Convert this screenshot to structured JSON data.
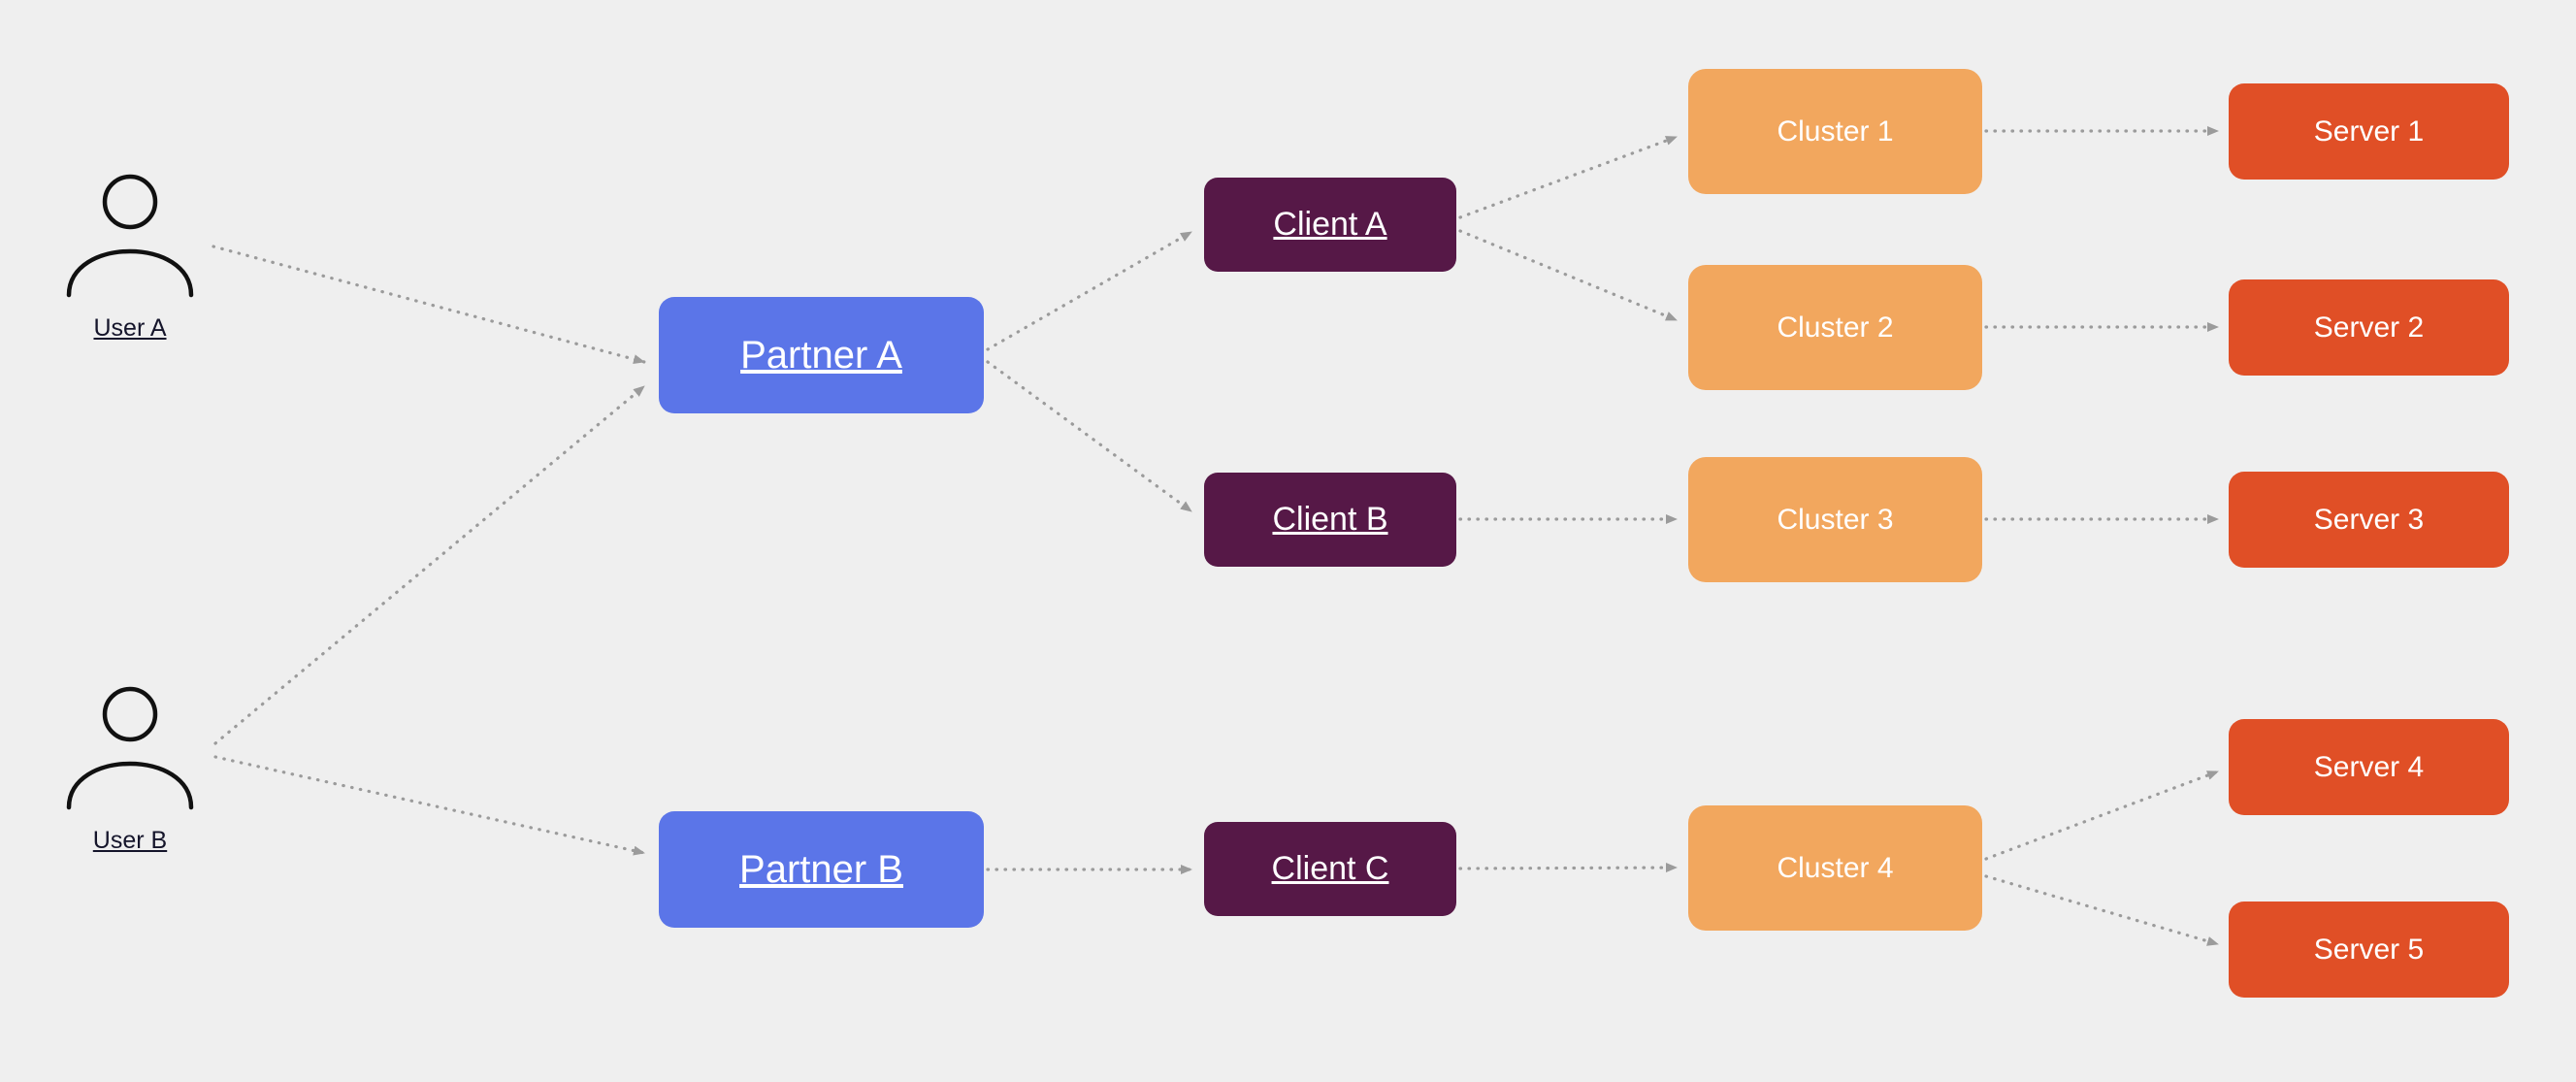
{
  "canvas": {
    "background": "#efefef"
  },
  "colors": {
    "canvas_bg": "#efefef",
    "partner": "#5b75e8",
    "client": "#561847",
    "cluster": "#f2a75e",
    "server": "#e04f26",
    "edge": "#9b9b9b"
  },
  "nodes": {
    "user_a": {
      "label": "User A"
    },
    "user_b": {
      "label": "User B"
    },
    "partner_a": {
      "label": "Partner A"
    },
    "partner_b": {
      "label": "Partner B"
    },
    "client_a": {
      "label": "Client A"
    },
    "client_b": {
      "label": "Client B"
    },
    "client_c": {
      "label": "Client C"
    },
    "cluster_1": {
      "label": "Cluster 1"
    },
    "cluster_2": {
      "label": "Cluster 2"
    },
    "cluster_3": {
      "label": "Cluster 3"
    },
    "cluster_4": {
      "label": "Cluster 4"
    },
    "server_1": {
      "label": "Server 1"
    },
    "server_2": {
      "label": "Server 2"
    },
    "server_3": {
      "label": "Server 3"
    },
    "server_4": {
      "label": "Server 4"
    },
    "server_5": {
      "label": "Server 5"
    }
  },
  "edges": [
    {
      "from": "user-a",
      "to": "partner-a"
    },
    {
      "from": "user-b",
      "to": "partner-a"
    },
    {
      "from": "user-b",
      "to": "partner-b"
    },
    {
      "from": "partner-a",
      "to": "client-a"
    },
    {
      "from": "partner-a",
      "to": "client-b"
    },
    {
      "from": "partner-b",
      "to": "client-c"
    },
    {
      "from": "client-a",
      "to": "cluster-1"
    },
    {
      "from": "client-a",
      "to": "cluster-2"
    },
    {
      "from": "client-b",
      "to": "cluster-3"
    },
    {
      "from": "client-c",
      "to": "cluster-4"
    },
    {
      "from": "cluster-1",
      "to": "server-1"
    },
    {
      "from": "cluster-2",
      "to": "server-2"
    },
    {
      "from": "cluster-3",
      "to": "server-3"
    },
    {
      "from": "cluster-4",
      "to": "server-4"
    },
    {
      "from": "cluster-4",
      "to": "server-5"
    }
  ]
}
